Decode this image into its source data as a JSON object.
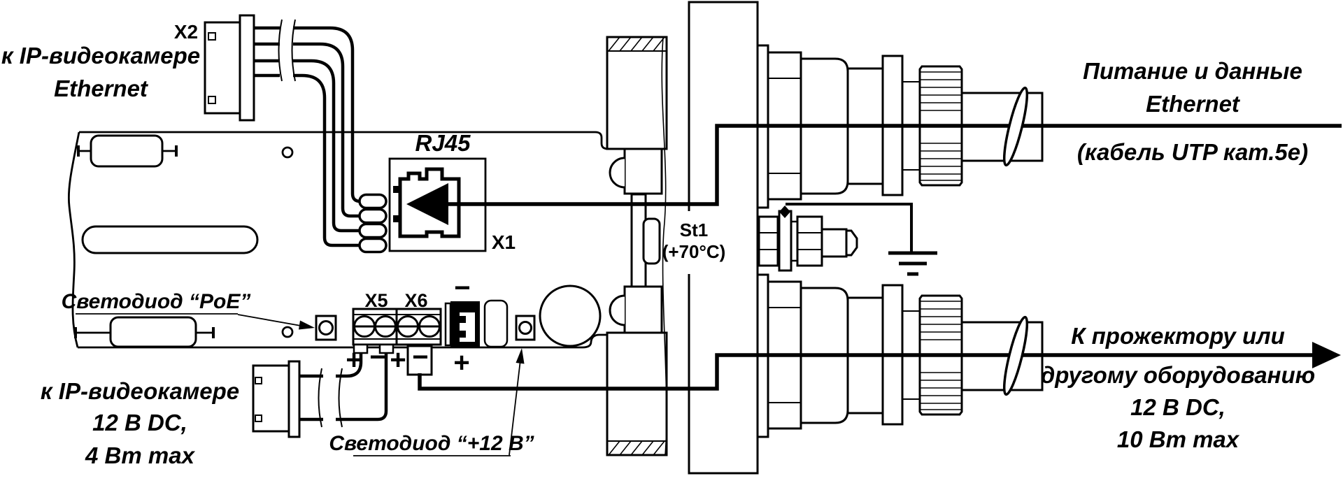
{
  "diagram": {
    "type": "wiring-connection-diagram",
    "colors": {
      "line": "#000000",
      "background": "#ffffff"
    },
    "labels": {
      "x2": "X2",
      "rj45": "RJ45",
      "x1": "X1",
      "x5": "X5",
      "x6": "X6",
      "st1": "St1",
      "st1_temp": "(+70°C)",
      "led_poe": "Светодиод “PoE”",
      "led_12v": "Светодиод “+12 В”"
    },
    "annotations": {
      "camera_ethernet": {
        "lines": [
          "к IP-видеокамере",
          "Ethernet"
        ]
      },
      "camera_power": {
        "lines": [
          "к IP-видеокамере",
          "12 В DC,",
          "4 Вт max"
        ]
      },
      "power_data": {
        "lines": [
          "Питание и данные",
          "Ethernet",
          "(кабель UTP кат.5e)"
        ]
      },
      "projector": {
        "lines": [
          "К прожектору или",
          "другому оборудованию",
          "12 В DC,",
          "10 Вт max"
        ]
      }
    },
    "signs": {
      "x5_plus": "+",
      "x5_minus": "−",
      "x6_plus": "+",
      "x6_minus": "−",
      "input_minus": "−",
      "input_plus": "+"
    }
  }
}
